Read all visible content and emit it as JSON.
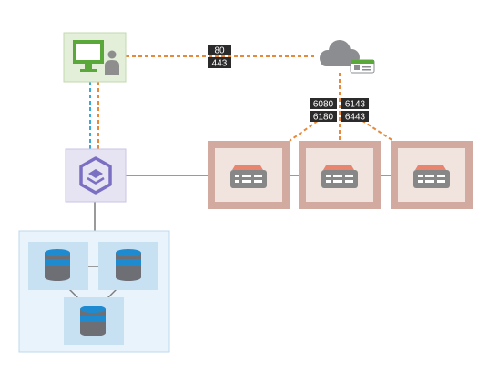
{
  "port_labels": {
    "workstation_to_cloud": [
      "80",
      "443"
    ],
    "cloud_to_gateway_left": [
      "6080",
      "6180"
    ],
    "cloud_to_gateway_right": [
      "6143",
      "6443"
    ]
  },
  "colors": {
    "orange_link": "#e8893a",
    "blue_link": "#3aa9d6",
    "gray_link": "#9a9a9a",
    "workstation_fill": "#e3efd9",
    "workstation_border": "#c2d9b0",
    "monitor_green": "#5ba83a",
    "controller_fill": "#e6e4f3",
    "controller_border": "#c9c4e6",
    "controller_icon": "#7a6fc2",
    "server_outer": "#d2aa9f",
    "server_inner": "#f1e4df",
    "server_top": "#e9856f",
    "db_cluster_fill": "#e9f3fb",
    "db_cluster_border": "#bfd9ee",
    "db_box": "#c7e1f3",
    "db_band": "#1e8bd0",
    "db_body": "#6d6f74",
    "cloud": "#8b8d91",
    "label_bg": "#2b2b2b"
  },
  "icons": {
    "workstation": "monitor-user-icon",
    "cloud": "cloud-icon",
    "controller": "stack-hexagon-icon",
    "server": "server-icon",
    "database": "database-icon"
  }
}
